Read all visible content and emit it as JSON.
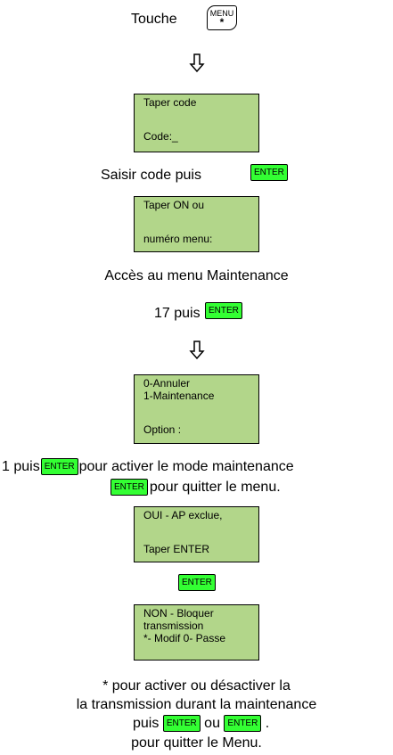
{
  "steps": {
    "touche_label": "Touche",
    "menu_key": {
      "line1": "MENU",
      "line2": "*"
    },
    "screen1": [
      "Taper code",
      "Code:_"
    ],
    "saisir_label": "Saisir code puis",
    "enter_label": "ENTER",
    "screen2": [
      "Taper ON ou",
      "numéro menu:"
    ],
    "acces_label": "Accès au menu Maintenance",
    "puis17_label": "17 puis",
    "screen3": [
      "0-Annuler",
      "1-Maintenance",
      "Option  :"
    ],
    "line_1puis_a": "1 puis",
    "line_1puis_b": "pour activer le mode maintenance",
    "line_quit": "pour quitter le menu.",
    "screen4": [
      "OUI - AP exclue,",
      "Taper ENTER"
    ],
    "screen5": [
      "NON  - Bloquer",
      "transmission",
      "*- Modif 0- Passe"
    ],
    "final_1": "* pour activer ou désactiver la",
    "final_2": "la transmission durant la maintenance",
    "final_3a": "puis",
    "final_3b": "ou",
    "final_3c": ".",
    "final_4": "pour quitter le Menu."
  },
  "colors": {
    "screen": "#b2d68a",
    "enter_key": "#33ff33"
  },
  "icons": [
    "menu-key-icon",
    "down-arrow-icon"
  ]
}
